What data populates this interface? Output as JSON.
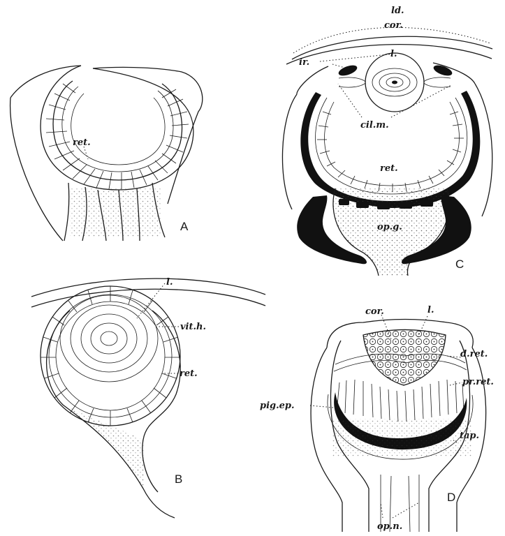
{
  "panels": {
    "A": {
      "letter": "A",
      "labels": {
        "ret": "ret."
      }
    },
    "B": {
      "letter": "B",
      "labels": {
        "l": "l.",
        "vit_h": "vit.h.",
        "ret": "ret."
      }
    },
    "C": {
      "letter": "C",
      "labels": {
        "ld": "ld.",
        "cor": "cor.",
        "l": "l.",
        "ir": "ir.",
        "cil_m": "cil.m.",
        "ret": "ret.",
        "op_g": "op.g."
      }
    },
    "D": {
      "letter": "D",
      "labels": {
        "cor": "cor.",
        "l": "l.",
        "d_ret": "d.ret.",
        "pr_ret": "pr.ret.",
        "pig_ep": "pig.ep.",
        "tap": "tap.",
        "op_n": "op.n."
      }
    }
  }
}
